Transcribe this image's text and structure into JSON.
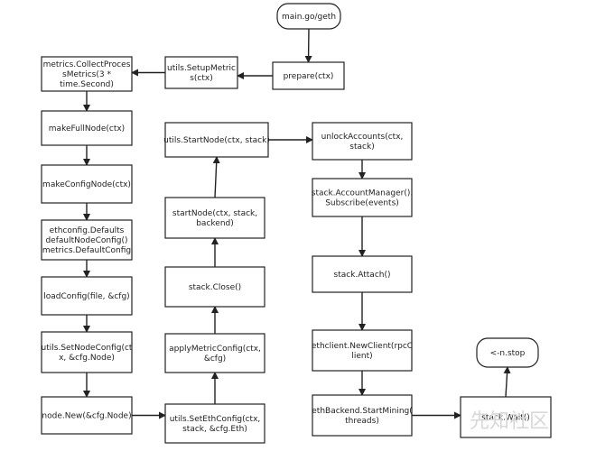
{
  "nodes": [
    {
      "id": "main",
      "lines": [
        "main.go/geth"
      ],
      "shape": "rounded"
    },
    {
      "id": "prepare",
      "lines": [
        "prepare(ctx)"
      ]
    },
    {
      "id": "setupmetrics",
      "lines": [
        "utils.SetupMetric",
        "s(ctx)"
      ]
    },
    {
      "id": "collect",
      "lines": [
        "metrics.CollectProces",
        "sMetrics(3 *",
        "time.Second)"
      ]
    },
    {
      "id": "makefull",
      "lines": [
        "makeFullNode(ctx)"
      ]
    },
    {
      "id": "makeconfig",
      "lines": [
        "makeConfigNode(ctx)"
      ]
    },
    {
      "id": "defaults",
      "lines": [
        "ethconfig.Defaults",
        "defaultNodeConfig()",
        "metrics.DefaultConfig"
      ]
    },
    {
      "id": "loadconfig",
      "lines": [
        "loadConfig(file, &cfg)"
      ]
    },
    {
      "id": "setnodeconfig",
      "lines": [
        "utils.SetNodeConfig(ct",
        "x, &cfg.Node)"
      ]
    },
    {
      "id": "nodenew",
      "lines": [
        "node.New(&cfg.Node)"
      ]
    },
    {
      "id": "setethconfig",
      "lines": [
        "utils.SetEthConfig(ctx,",
        "stack, &cfg.Eth)"
      ]
    },
    {
      "id": "applymetric",
      "lines": [
        "applyMetricConfig(ctx,",
        "&cfg)"
      ]
    },
    {
      "id": "stackclose",
      "lines": [
        "stack.Close()"
      ]
    },
    {
      "id": "startnode",
      "lines": [
        "startNode(ctx, stack,",
        "backend)"
      ]
    },
    {
      "id": "utilsstart",
      "lines": [
        "utils.StartNode(ctx, stack)"
      ]
    },
    {
      "id": "unlock",
      "lines": [
        "unlockAccounts(ctx,",
        "stack)"
      ]
    },
    {
      "id": "accountmgr",
      "lines": [
        "stack.AccountManager().",
        "Subscribe(events)"
      ]
    },
    {
      "id": "attach",
      "lines": [
        "stack.Attach()"
      ]
    },
    {
      "id": "newclient",
      "lines": [
        "ethclient.NewClient(rpcC",
        "lient)"
      ]
    },
    {
      "id": "mining",
      "lines": [
        "ethBackend.StartMining(",
        "threads)"
      ]
    },
    {
      "id": "wait",
      "lines": [
        "stack.Wait()"
      ]
    },
    {
      "id": "stop",
      "lines": [
        "<-n.stop"
      ],
      "shape": "rounded"
    }
  ],
  "watermark": "先知社区"
}
